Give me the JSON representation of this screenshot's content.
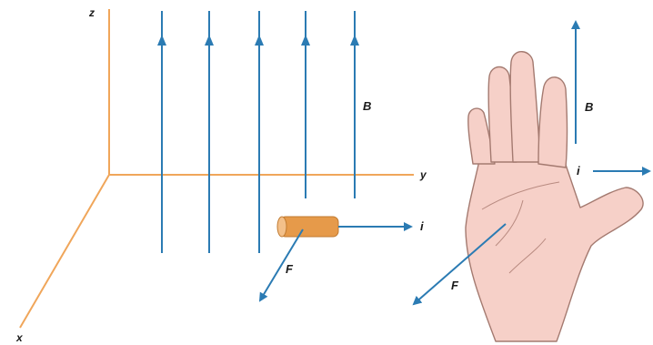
{
  "axes": {
    "z_label": "z",
    "y_label": "y",
    "x_label": "x"
  },
  "left_panel": {
    "field_label": "B",
    "current_label": "i",
    "force_label": "F"
  },
  "right_panel": {
    "field_label": "B",
    "current_label": "i",
    "force_label": "F"
  },
  "colors": {
    "field_lines": "#2b7bb3",
    "axes": "#f0a65a",
    "conductor": "#e69a4a",
    "vectors": "#2b7bb3",
    "skin": "#f6d0c8",
    "skin_outline": "#a47a70"
  }
}
